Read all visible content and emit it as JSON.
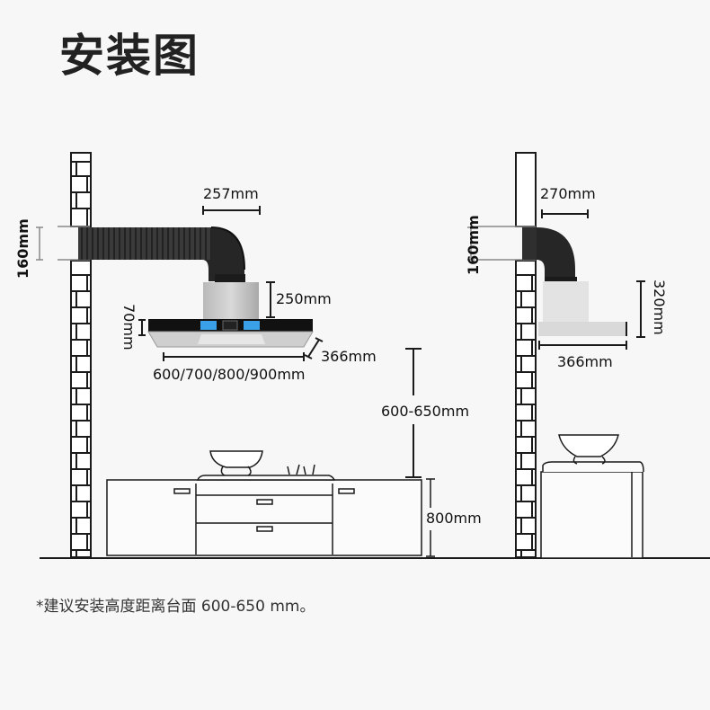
{
  "title": "安装图",
  "left_diagram": {
    "duct_height_label": "160mm",
    "duct_offset_label": "257mm",
    "chimney_height_label": "250mm",
    "panel_height_label": "70mm",
    "depth_label": "366mm",
    "width_label": "600/700/800/900mm",
    "install_height_label": "600-650mm",
    "cabinet_height_label": "800mm"
  },
  "right_diagram": {
    "duct_height_label": "160mm",
    "duct_offset_label": "270mm",
    "hood_height_label": "320mm",
    "depth_label": "366mm"
  },
  "footnote": "*建议安装高度距离台面 600-650 mm。",
  "colors": {
    "background": "#f7f7f7",
    "line": "#1a1a1a",
    "duct": "#2b2b2b",
    "steel": "#c8c8c8",
    "panel": "#111111",
    "display": "#3aa0e8"
  }
}
